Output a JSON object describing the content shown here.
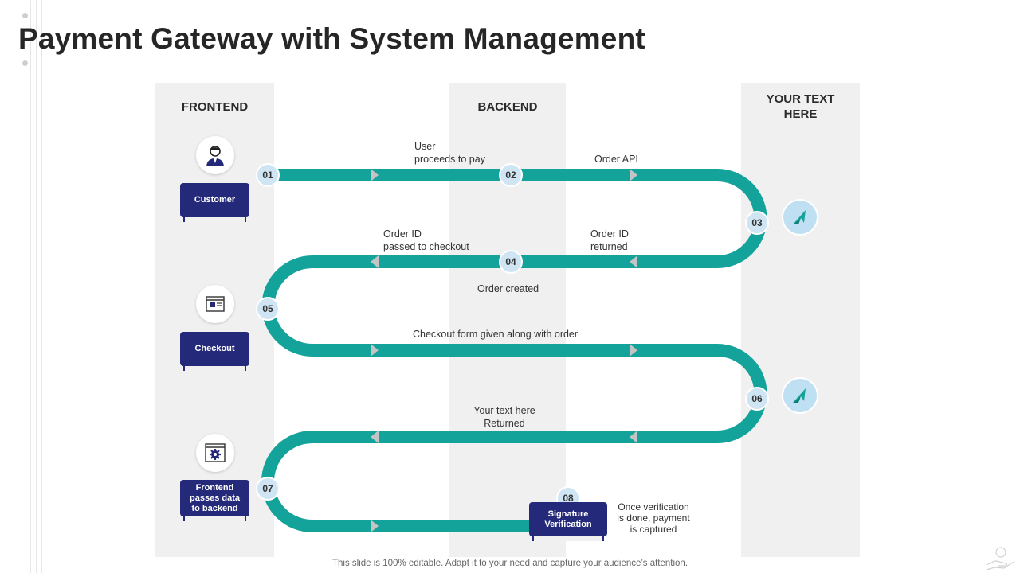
{
  "title": "Payment Gateway with System Management",
  "colors": {
    "flow": "#13a39a",
    "arrow": "#bfbfbf",
    "label_box": "#25297a",
    "number_circle": "#cfe5f4",
    "column_bg": "#f0f0f0"
  },
  "columns": [
    {
      "header": "FRONTEND"
    },
    {
      "header": "BACKEND"
    },
    {
      "header_line1": "YOUR TEXT",
      "header_line2": "HERE"
    }
  ],
  "steps": [
    "01",
    "02",
    "03",
    "04",
    "05",
    "06",
    "07",
    "08"
  ],
  "frontend_items": [
    {
      "icon": "customer-icon",
      "label": "Customer"
    },
    {
      "icon": "checkout-window-icon",
      "label": "Checkout"
    },
    {
      "icon": "settings-window-icon",
      "label_lines": [
        "Frontend",
        "passes data",
        "to backend"
      ]
    }
  ],
  "rocket_icons": [
    "rocket-icon",
    "rocket-icon"
  ],
  "signature": {
    "label_lines": [
      "Signature",
      "Verification"
    ]
  },
  "annotations": {
    "user_proceeds": [
      "User",
      "proceeds to pay"
    ],
    "order_api": "Order API",
    "order_id_passed": [
      "Order ID",
      "passed to checkout"
    ],
    "order_id_returned": [
      "Order ID",
      "returned"
    ],
    "order_created": "Order created",
    "checkout_form": "Checkout form given along with order",
    "your_text_returned": [
      "Your text here",
      "Returned"
    ],
    "verification_done": [
      "Once verification",
      "is done, payment",
      "is captured"
    ]
  },
  "footer": "This slide is 100% editable. Adapt it to your need and capture your audience’s attention."
}
